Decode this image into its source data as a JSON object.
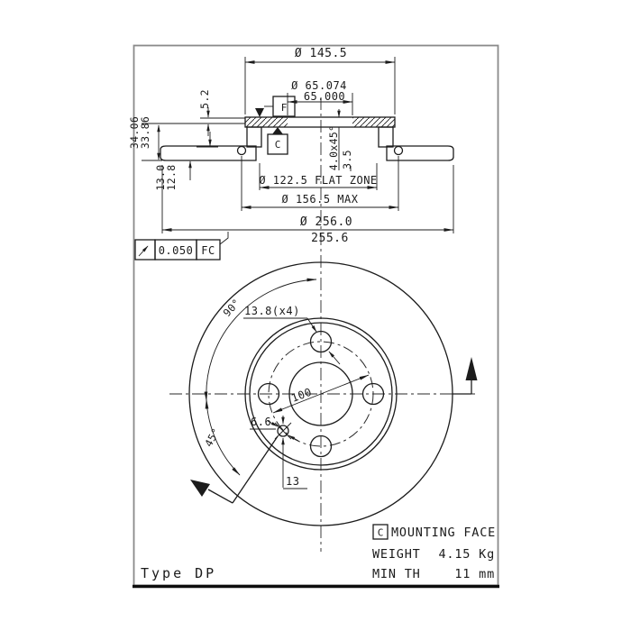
{
  "labels": {
    "type": "Type DP",
    "datum_c": "C",
    "datum_f": "F",
    "info_datum": "C",
    "mounting_face": "MOUNTING FACE",
    "weight_label": "WEIGHT",
    "weight_value": "4.15 Kg",
    "min_th_label": "MIN TH",
    "min_th_value": "11 mm"
  },
  "dims": {
    "hat_od": "Ø 145.5",
    "bore_upper": "Ø 65.074",
    "bore_lower": "65.000",
    "hat_height": "5.2",
    "height_upper": "34.06",
    "height_lower": "33.86",
    "thickness_upper": "13.0",
    "thickness_lower": "12.8",
    "chamfer": "4.0x45°",
    "chamfer_depth": "3.5",
    "flat_zone": "Ø 122.5 FLAT ZONE",
    "max_od": "Ø 156.5 MAX",
    "od_upper": "Ø 256.0",
    "od_lower": "255.6",
    "runout_value": "0.050",
    "runout_datum": "FC",
    "angle_90": "90°",
    "angle_45": "45°",
    "bolt_holes": "13.8(x4)",
    "bolt_circle": "100",
    "pin_hole": "6.6",
    "pin_offset": "13"
  },
  "colors": {
    "line": "#1c1c1c",
    "frame": "#8a8a8a",
    "background": "#ffffff"
  }
}
